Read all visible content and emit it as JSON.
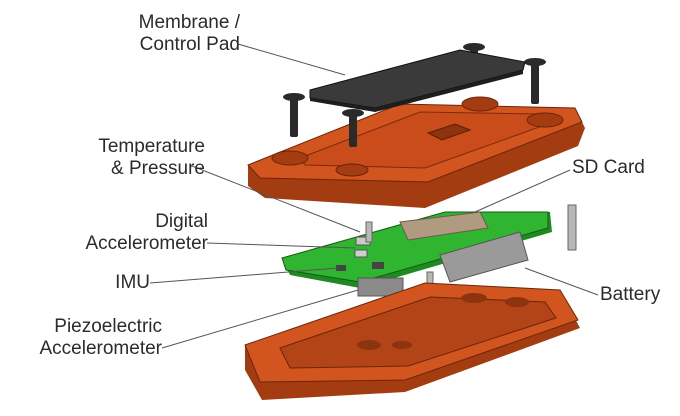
{
  "labels": {
    "membrane_line1": "Membrane /",
    "membrane_line2": "Control Pad",
    "temp_line1": "Temperature",
    "temp_line2": "& Pressure",
    "digital_line1": "Digital",
    "digital_line2": "Accelerometer",
    "imu": "IMU",
    "piezo_line1": "Piezoelectric",
    "piezo_line2": "Accelerometer",
    "sd_card": "SD Card",
    "battery": "Battery"
  },
  "colors": {
    "enclosure": "#d2541e",
    "enclosure_dark": "#a43c12",
    "enclosure_light": "#e06a34",
    "pcb": "#2fb52f",
    "pcb_dark": "#1f8a22",
    "membrane": "#3a3a3a",
    "screw": "#2a2a2a",
    "leader_line": "#555555"
  }
}
